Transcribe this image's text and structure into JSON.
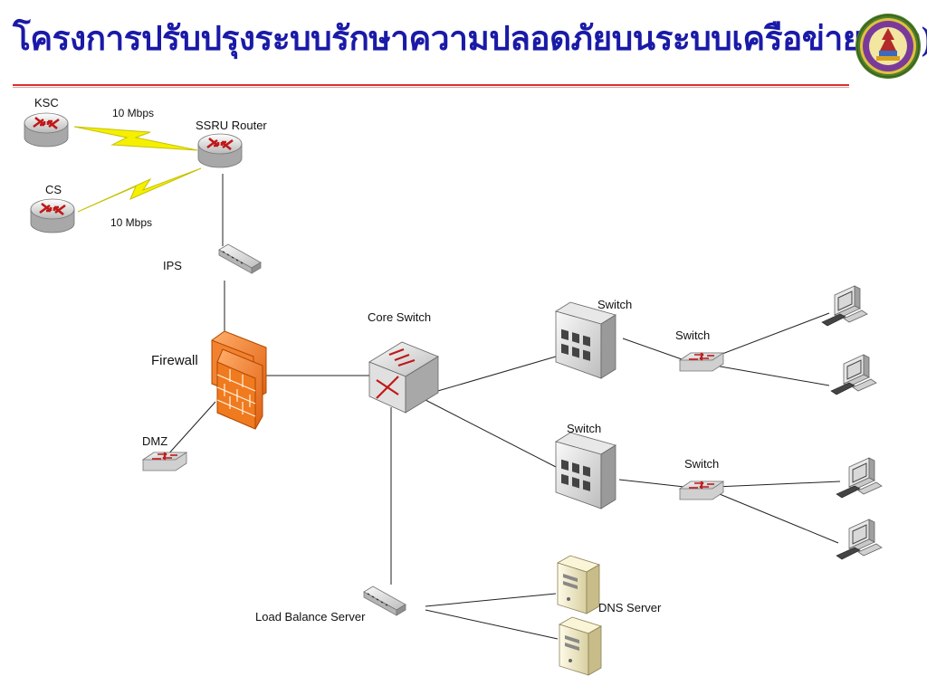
{
  "slide": {
    "title": "โครงการปรับปรุงระบบรักษาความปลอดภัยบนระบบเครือข่าย (ต่อ)",
    "accent_color": "#1a1aa8",
    "rule_color": "#d83030"
  },
  "logo": {
    "icon": "university-seal-icon",
    "colors": [
      "#5a8a30",
      "#7a3a9a",
      "#d8b030"
    ]
  },
  "diagram": {
    "nodes": {
      "ksc": {
        "label": "KSC",
        "icon": "router-icon"
      },
      "cs": {
        "label": "CS",
        "icon": "router-icon"
      },
      "ssru_router": {
        "label": "SSRU Router",
        "icon": "router-icon"
      },
      "ips": {
        "label": "IPS",
        "icon": "hub-icon"
      },
      "firewall": {
        "label": "Firewall",
        "icon": "firewall-icon"
      },
      "dmz": {
        "label": "DMZ",
        "icon": "switch-icon"
      },
      "core_switch": {
        "label": "Core Switch",
        "icon": "core-switch-icon"
      },
      "switch_top": {
        "label": "Switch",
        "icon": "building-switch-icon"
      },
      "switch_mid": {
        "label": "Switch",
        "icon": "building-switch-icon"
      },
      "access_switch_top": {
        "label": "Switch",
        "icon": "switch-icon"
      },
      "access_switch_mid": {
        "label": "Switch",
        "icon": "switch-icon"
      },
      "load_balancer": {
        "label": "Load Balance Server",
        "icon": "hub-icon"
      },
      "dns_server": {
        "label": "DNS Server",
        "icon": "server-icon"
      }
    },
    "links": {
      "ksc_ssru": "10 Mbps",
      "cs_ssru": "10 Mbps"
    },
    "colors": {
      "wan_bolt": "#f4f000",
      "firewall": "#f07a1e",
      "line": "#222222"
    }
  }
}
